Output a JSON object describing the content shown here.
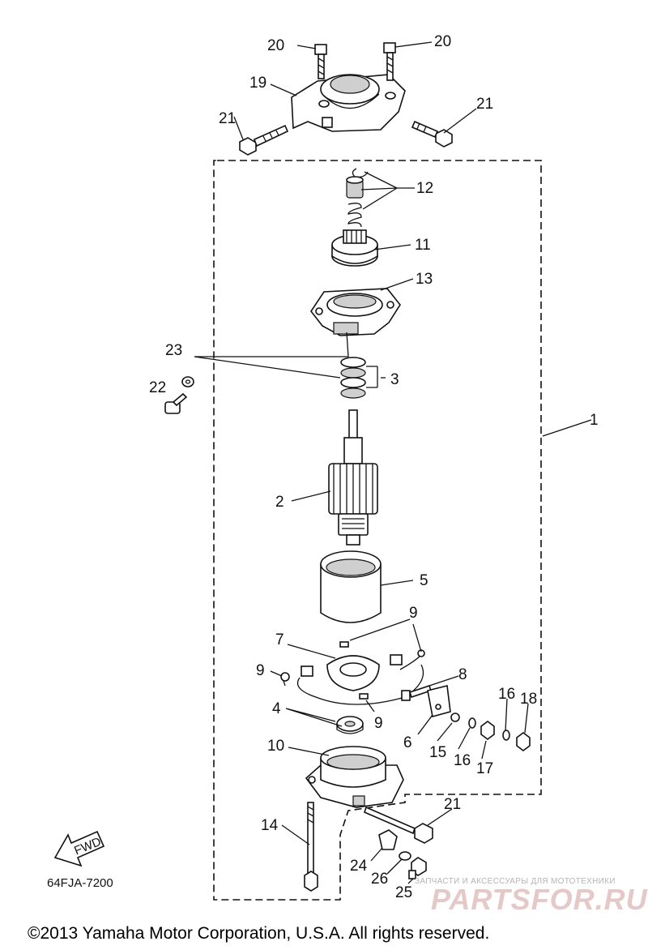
{
  "callouts": [
    {
      "id": "c20a",
      "label": "20"
    },
    {
      "id": "c20b",
      "label": "20"
    },
    {
      "id": "c19",
      "label": "19"
    },
    {
      "id": "c21a",
      "label": "21"
    },
    {
      "id": "c21b",
      "label": "21"
    },
    {
      "id": "c12",
      "label": "12"
    },
    {
      "id": "c11",
      "label": "11"
    },
    {
      "id": "c13",
      "label": "13"
    },
    {
      "id": "c23",
      "label": "23"
    },
    {
      "id": "c22",
      "label": "22"
    },
    {
      "id": "c3",
      "label": "3"
    },
    {
      "id": "c1",
      "label": "1"
    },
    {
      "id": "c2",
      "label": "2"
    },
    {
      "id": "c5",
      "label": "5"
    },
    {
      "id": "c9a",
      "label": "9"
    },
    {
      "id": "c7",
      "label": "7"
    },
    {
      "id": "c9b",
      "label": "9"
    },
    {
      "id": "c8",
      "label": "8"
    },
    {
      "id": "c16a",
      "label": "16"
    },
    {
      "id": "c18",
      "label": "18"
    },
    {
      "id": "c4",
      "label": "4"
    },
    {
      "id": "c9c",
      "label": "9"
    },
    {
      "id": "c6",
      "label": "6"
    },
    {
      "id": "c15",
      "label": "15"
    },
    {
      "id": "c16b",
      "label": "16"
    },
    {
      "id": "c17",
      "label": "17"
    },
    {
      "id": "c10",
      "label": "10"
    },
    {
      "id": "c21c",
      "label": "21"
    },
    {
      "id": "c14",
      "label": "14"
    },
    {
      "id": "c24",
      "label": "24"
    },
    {
      "id": "c26",
      "label": "26"
    },
    {
      "id": "c25",
      "label": "25"
    }
  ],
  "fwd_label": "FWD",
  "diagram_ref": "64FJA-7200",
  "watermark": {
    "tagline": "ЗАПЧАСТИ И АКСЕССУАРЫ ДЛЯ МОТОТЕХНИКИ",
    "brand": "PARTSFOR.RU"
  },
  "copyright": "©2013 Yamaha Motor Corporation, U.S.A. All rights reserved."
}
